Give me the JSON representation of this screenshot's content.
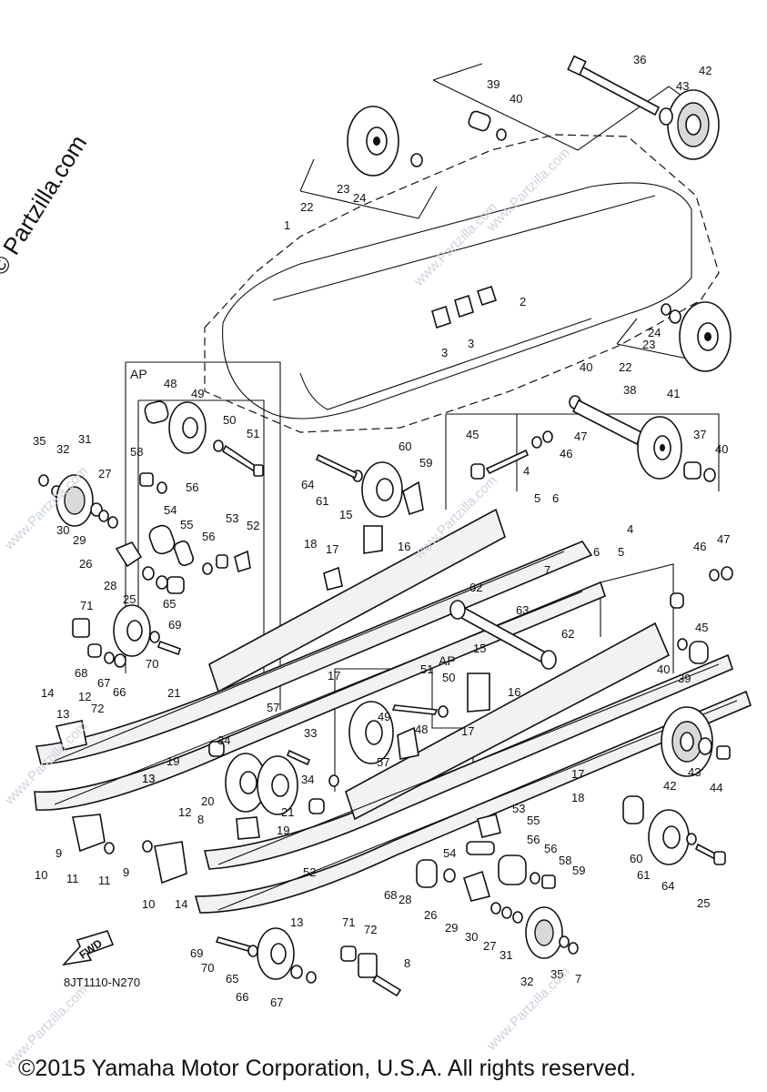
{
  "watermark": {
    "copyright": "© Partzilla.com",
    "site": "www.Partzilla.com"
  },
  "labels": {
    "ap": "AP",
    "fwd": "FWD",
    "diagram_code": "8JT1110-N270"
  },
  "callouts": [
    "36",
    "42",
    "39",
    "40",
    "43",
    "23",
    "24",
    "22",
    "1",
    "2",
    "3",
    "3",
    "24",
    "23",
    "22",
    "40",
    "38",
    "41",
    "37",
    "40",
    "45",
    "46",
    "47",
    "48",
    "49",
    "50",
    "51",
    "35",
    "32",
    "31",
    "27",
    "30",
    "29",
    "58",
    "56",
    "54",
    "55",
    "56",
    "53",
    "52",
    "60",
    "59",
    "64",
    "61",
    "15",
    "16",
    "18",
    "17",
    "4",
    "5",
    "6",
    "4",
    "5",
    "6",
    "46",
    "47",
    "26",
    "28",
    "7",
    "62",
    "63",
    "62",
    "45",
    "25",
    "65",
    "69",
    "70",
    "71",
    "68",
    "67",
    "66",
    "14",
    "13",
    "12",
    "72",
    "13",
    "21",
    "34",
    "57",
    "19",
    "17",
    "51",
    "50",
    "15",
    "16",
    "48",
    "49",
    "17",
    "40",
    "39",
    "33",
    "20",
    "34",
    "21",
    "19",
    "42",
    "43",
    "44",
    "57",
    "17",
    "18",
    "13",
    "12",
    "8",
    "10",
    "9",
    "11",
    "11",
    "9",
    "10",
    "14",
    "13",
    "52",
    "53",
    "55",
    "56",
    "54",
    "56",
    "58",
    "59",
    "60",
    "61",
    "64",
    "25",
    "28",
    "26",
    "29",
    "30",
    "27",
    "31",
    "32",
    "35",
    "7",
    "68",
    "71",
    "72",
    "8",
    "69",
    "70",
    "65",
    "66",
    "67"
  ],
  "footer": "©2015 Yamaha Motor Corporation, U.S.A. All rights reserved."
}
